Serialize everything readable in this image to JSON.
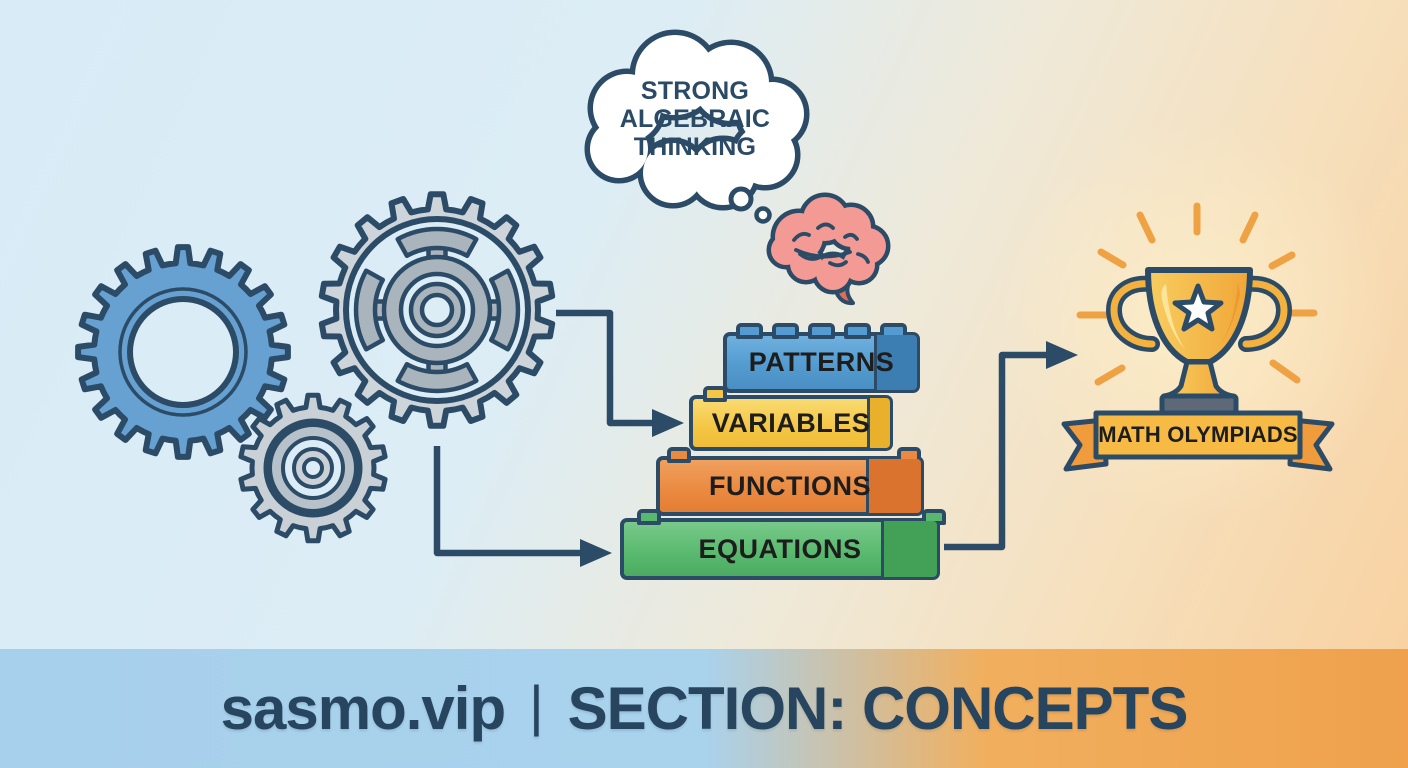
{
  "cloud": {
    "lines": [
      "STRONG",
      "ALGEBRAIC",
      "THINKING"
    ]
  },
  "blocks": [
    {
      "label": "PATTERNS",
      "color": "#539bd0"
    },
    {
      "label": "VARIABLES",
      "color": "#f4c644"
    },
    {
      "label": "FUNCTIONS",
      "color": "#ea8940"
    },
    {
      "label": "EQUATIONS",
      "color": "#58b96e"
    }
  ],
  "award": {
    "banner": "MATH OLYMPIADS"
  },
  "footer": {
    "site": "sasmo.vip",
    "separator": "|",
    "section": "SECTION: CONCEPTS"
  },
  "icons": {
    "thought_cloud": "thought-cloud",
    "brain": "brain-icon",
    "gear_blue": "gear-icon",
    "gear_gray_large": "gear-icon",
    "gear_gray_small": "gear-icon",
    "arrows": "arrow-right-icon",
    "trophy": "trophy-icon",
    "star": "star-icon",
    "rays": "sunburst-rays-icon",
    "ribbon": "ribbon-banner-icon"
  },
  "colors": {
    "outline_navy": "#2c4b66",
    "cloud_text": "#2a4a66",
    "block_text": "#1d1d1d",
    "gear_blue": "#66a1d2",
    "gear_gray": "#cdd4da",
    "gear_gray_inner": "#a9b4bd",
    "brain_pink": "#f29a93",
    "trophy_gold": "#f5b840",
    "ray_orange": "#efa243",
    "banner_gold": "#f7bb45",
    "bg_blue": "#d8ebf7",
    "bg_peach": "#f8d2a2",
    "footer_blue": "#a7d0ec",
    "footer_orange": "#f0a34e",
    "footer_text": "#27455f"
  }
}
